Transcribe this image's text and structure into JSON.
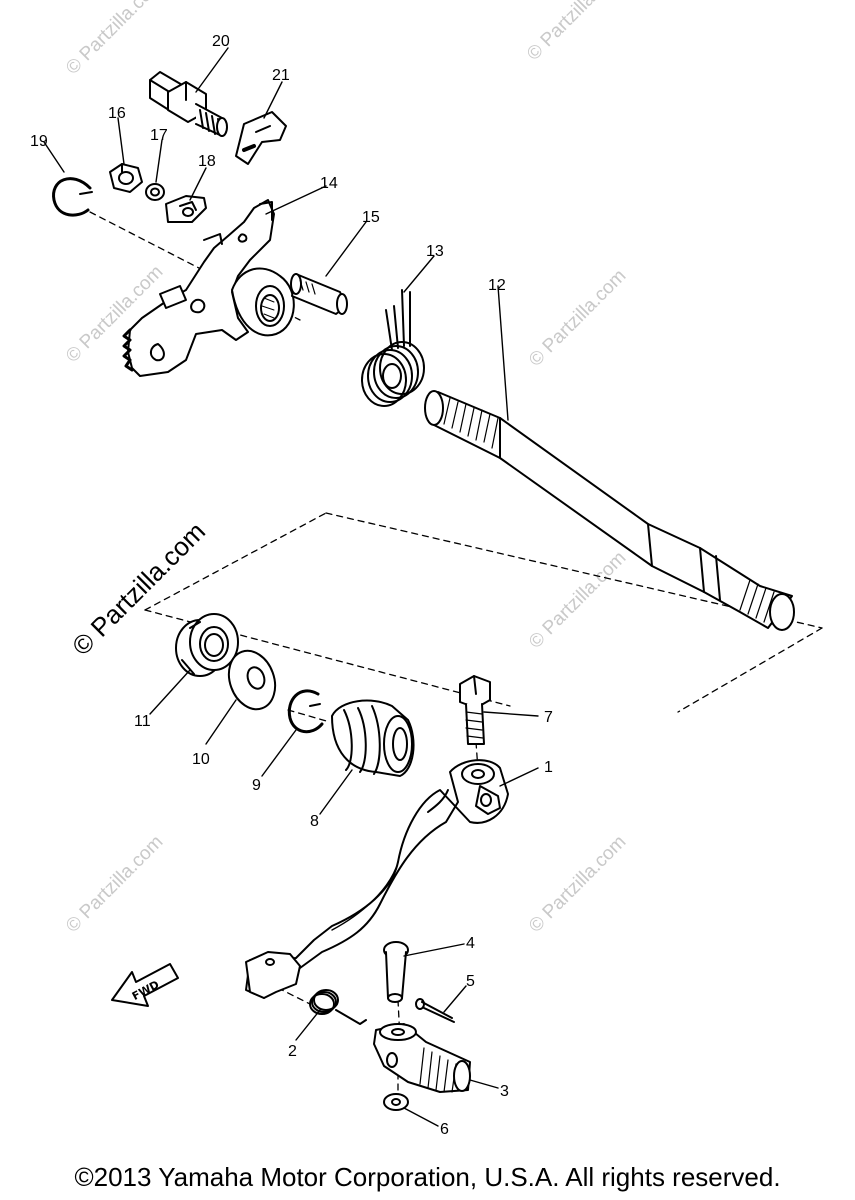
{
  "watermark_text": "© Partzilla.com",
  "watermark_prominent_text": "© Partzilla.com",
  "fwd_label": "FWD",
  "copyright": "©2013 Yamaha Motor Corporation, U.S.A. All rights reserved.",
  "callouts": {
    "p1": "1",
    "p2": "2",
    "p3": "3",
    "p4": "4",
    "p5": "5",
    "p6": "6",
    "p7": "7",
    "p8": "8",
    "p9": "9",
    "p10": "10",
    "p11": "11",
    "p12": "12",
    "p13": "13",
    "p14": "14",
    "p15": "15",
    "p16": "16",
    "p17": "17",
    "p18": "18",
    "p19": "19",
    "p20": "20",
    "p21": "21"
  }
}
